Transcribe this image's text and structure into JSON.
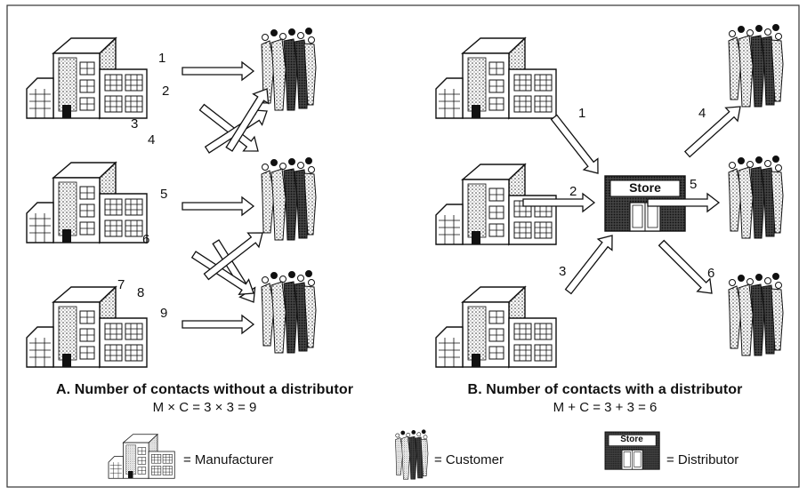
{
  "panel_a": {
    "title": "A. Number of contacts without a distributor",
    "formula": "M × C = 3 × 3 = 9",
    "contacts": [
      "1",
      "2",
      "3",
      "4",
      "5",
      "6",
      "7",
      "8",
      "9"
    ]
  },
  "panel_b": {
    "title": "B. Number of contacts with a distributor",
    "formula": "M + C = 3 + 3 = 6",
    "contacts": [
      "1",
      "2",
      "3",
      "4",
      "5",
      "6"
    ],
    "store_label": "Store"
  },
  "legend": {
    "manufacturer": "= Manufacturer",
    "customer": "= Customer",
    "distributor": "= Distributor",
    "store_label": "Store"
  }
}
